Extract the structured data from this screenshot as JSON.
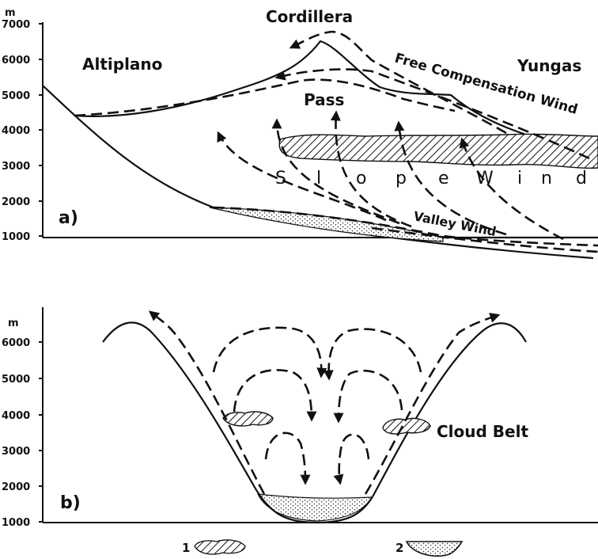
{
  "panel_a": {
    "tag": "a)",
    "unit": "m",
    "yticks": [
      "7000",
      "6000",
      "5000",
      "4000",
      "3000",
      "2000",
      "1000"
    ],
    "labels": {
      "altiplano": "Altiplano",
      "cordillera": "Cordillera",
      "yungas": "Yungas",
      "pass": "Pass",
      "free_wind": "Free Compensation Wind",
      "valley_wind": "Valley Wind",
      "slope_letters": [
        "S",
        "l",
        "o",
        "p",
        "e",
        "W",
        "i",
        "n",
        "d"
      ]
    }
  },
  "panel_b": {
    "tag": "b)",
    "unit": "m",
    "yticks": [
      "6000",
      "5000",
      "4000",
      "3000",
      "2000",
      "1000"
    ],
    "labels": {
      "cloud_belt": "Cloud Belt"
    }
  },
  "legend": [
    {
      "number": "1",
      "symbol": "cloud-hatched-icon"
    },
    {
      "number": "2",
      "symbol": "dotted-basin-icon"
    }
  ]
}
